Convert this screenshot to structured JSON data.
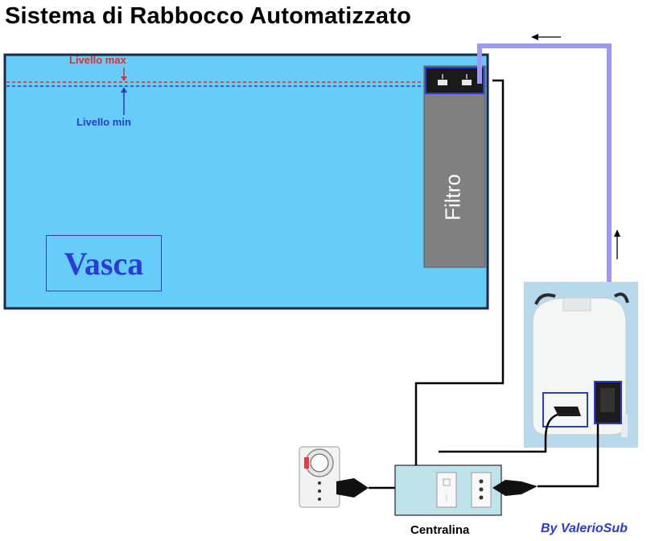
{
  "title": "Sistema di Rabbocco Automatizzato",
  "labels": {
    "level_max": "Livello max",
    "level_min": "Livello min",
    "tank": "Vasca",
    "filter": "Filtro",
    "controller": "Centralina",
    "author": "By ValerioSub"
  },
  "icons": {
    "flow_arrows": [
      "arrow-left-icon",
      "arrow-up-icon"
    ],
    "devices": [
      "timer-plug-icon",
      "canister-icon",
      "pump-icon",
      "float-switch-icon",
      "power-plug-icon"
    ]
  },
  "colors": {
    "tank_water": "#66ccf8",
    "tank_border": "#1a2a48",
    "filter": "#808080",
    "pipe": "#9a9af2",
    "level_max": "#e03030",
    "level_min": "#2a3bd6",
    "controller_box": "#bfe3ea",
    "author": "#2a3bd6"
  }
}
